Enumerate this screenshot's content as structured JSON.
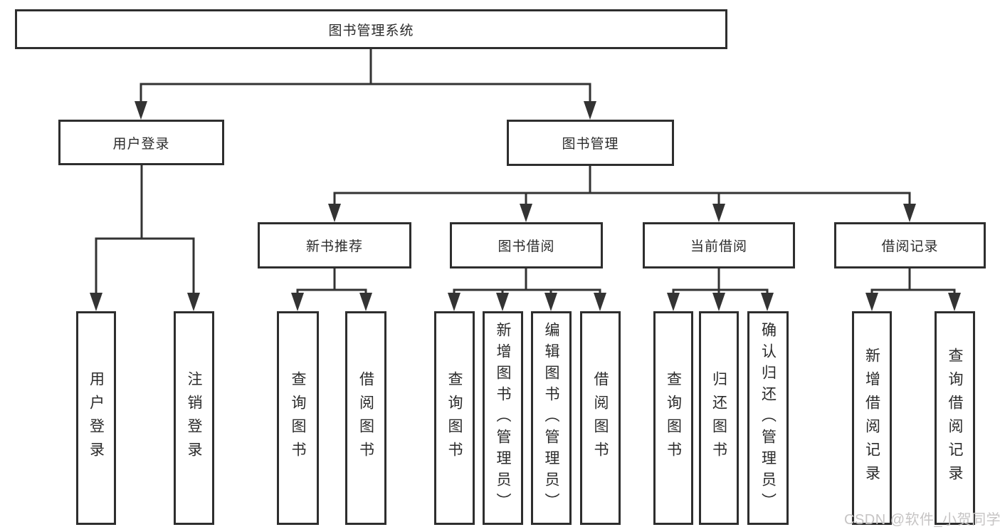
{
  "tree": {
    "label": "图书管理系统",
    "children": [
      {
        "label": "用户登录",
        "children": [
          {
            "label": "用户登录"
          },
          {
            "label": "注销登录"
          }
        ]
      },
      {
        "label": "图书管理",
        "children": [
          {
            "label": "新书推荐",
            "children": [
              {
                "label": "查询图书"
              },
              {
                "label": "借阅图书"
              }
            ]
          },
          {
            "label": "图书借阅",
            "children": [
              {
                "label": "查询图书"
              },
              {
                "label": "新增图书（管理员）"
              },
              {
                "label": "编辑图书（管理员）"
              },
              {
                "label": "借阅图书"
              }
            ]
          },
          {
            "label": "当前借阅",
            "children": [
              {
                "label": "查询图书"
              },
              {
                "label": "归还图书"
              },
              {
                "label": "确认归还（管理员）"
              }
            ]
          },
          {
            "label": "借阅记录",
            "children": [
              {
                "label": "新增借阅记录"
              },
              {
                "label": "查询借阅记录"
              }
            ]
          }
        ]
      }
    ]
  },
  "watermark": "CSDN @软件_小贺同学",
  "colors": {
    "line": "#333333",
    "border": "#2e2e2e",
    "text": "#2b2b2b",
    "watermark": "#c6c4c4",
    "background": "#ffffff"
  }
}
